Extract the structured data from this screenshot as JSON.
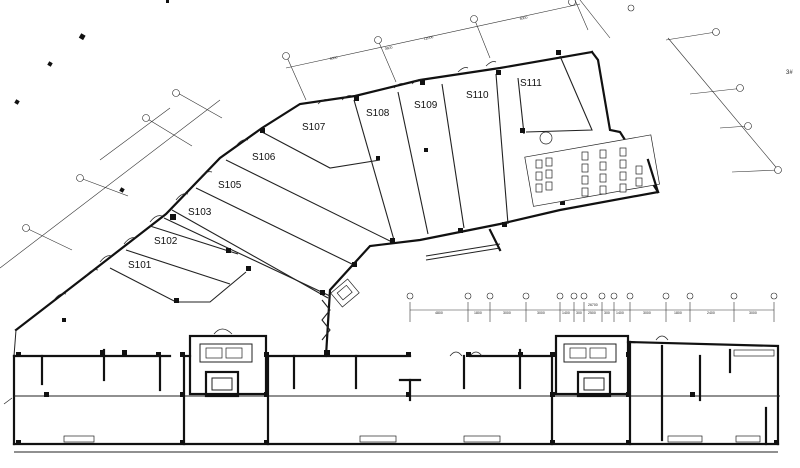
{
  "rooms": [
    {
      "id": "S101",
      "label": "S101"
    },
    {
      "id": "S102",
      "label": "S102"
    },
    {
      "id": "S103",
      "label": "S103"
    },
    {
      "id": "S105",
      "label": "S105"
    },
    {
      "id": "S106",
      "label": "S106"
    },
    {
      "id": "S107",
      "label": "S107"
    },
    {
      "id": "S108",
      "label": "S108"
    },
    {
      "id": "S109",
      "label": "S109"
    },
    {
      "id": "S110",
      "label": "S110"
    },
    {
      "id": "S111",
      "label": "S111"
    }
  ],
  "bottom_dims": [
    "4800",
    "1800",
    "3000",
    "3000",
    "1400",
    "300",
    "2500",
    "300",
    "1400",
    "3000",
    "1800",
    "2400",
    "3000"
  ],
  "bottom_total": "26700",
  "top_dims": [
    "6000",
    "3600",
    "12000",
    "6000"
  ],
  "right_mark": "3#"
}
